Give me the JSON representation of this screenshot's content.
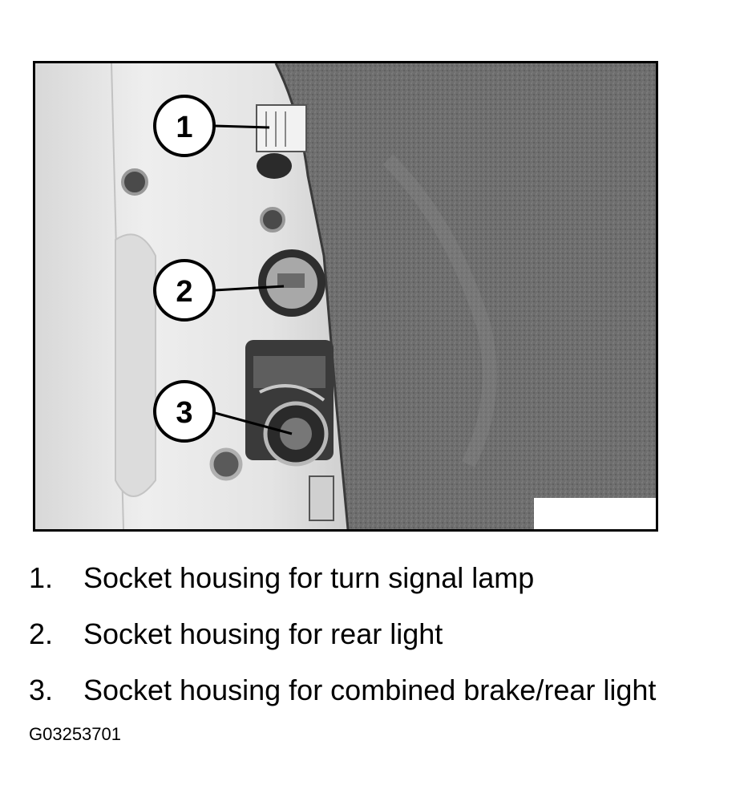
{
  "figure": {
    "callouts": [
      "1",
      "2",
      "3"
    ],
    "legend": [
      {
        "number": "1.",
        "text": "Socket housing for turn signal lamp"
      },
      {
        "number": "2.",
        "text": "Socket housing for rear light"
      },
      {
        "number": "3.",
        "text": "Socket housing for combined brake/rear light"
      }
    ],
    "figure_id": "G03253701"
  }
}
